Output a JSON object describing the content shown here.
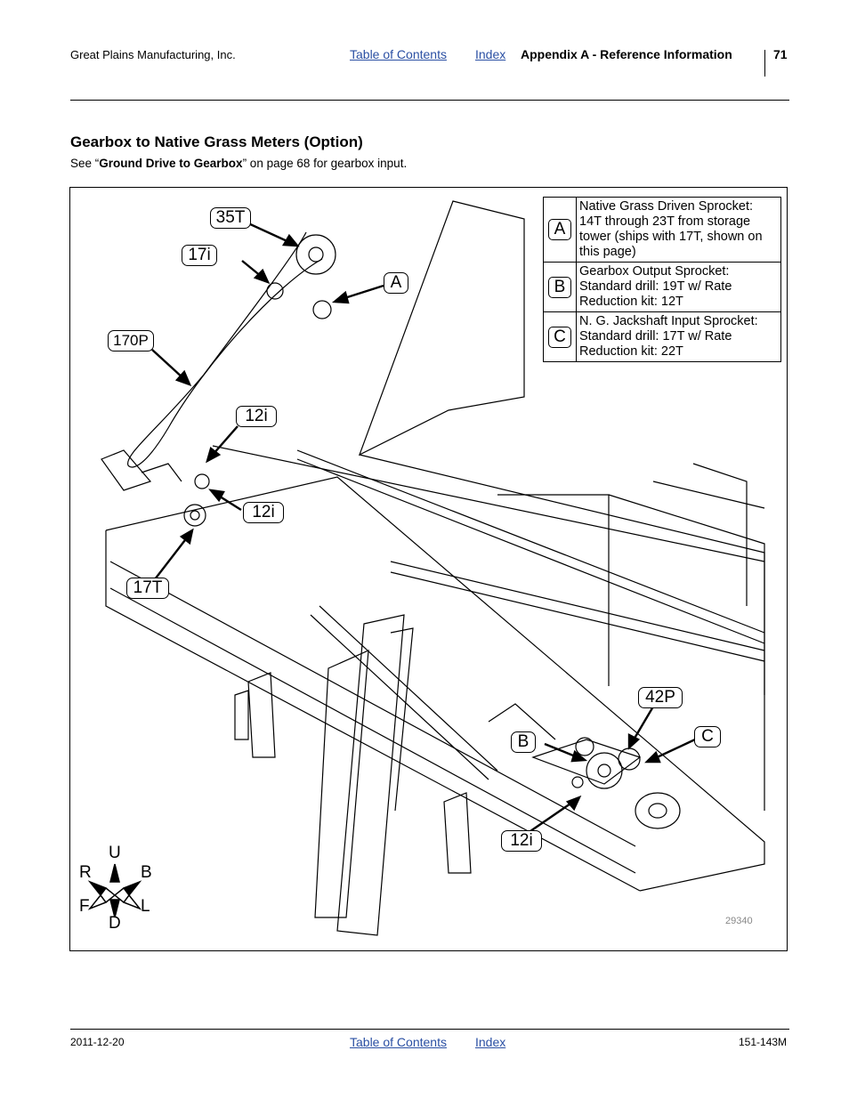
{
  "header": {
    "company": "Great Plains Manufacturing, Inc.",
    "toc_link": "Table of Contents",
    "index_link": "Index",
    "section": "Appendix A - Reference Information",
    "page_number": "71"
  },
  "title": "Gearbox to Native Grass Meters (Option)",
  "intro": {
    "prefix": "See “",
    "bold_ref": "Ground Drive to Gearbox",
    "suffix": "” on page 68 for gearbox input."
  },
  "figure": {
    "callouts": {
      "c35t": "35T",
      "c17i": "17i",
      "cA": "A",
      "c170p": "170P",
      "c12i_a": "12i",
      "c12i_b": "12i",
      "c17t": "17T",
      "c42p": "42P",
      "cB": "B",
      "cC": "C",
      "c12i_c": "12i"
    },
    "legend": [
      {
        "key": "A",
        "text": "Native Grass Driven Sprocket: 14T through 23T from storage tower (ships with 17T, shown on this page)"
      },
      {
        "key": "B",
        "text": "Gearbox Output Sprocket: Standard drill: 19T w/ Rate Reduction kit: 12T"
      },
      {
        "key": "C",
        "text": "N. G. Jackshaft Input Sprocket: Standard drill: 17T w/ Rate Reduction kit: 22T"
      }
    ],
    "compass": {
      "up": "U",
      "down": "D",
      "right": "R",
      "back": "B",
      "front": "F",
      "left": "L"
    },
    "figure_number": "29340"
  },
  "footer": {
    "date": "2011-12-20",
    "toc_link": "Table of Contents",
    "index_link": "Index",
    "doc_number": "151-143M"
  }
}
